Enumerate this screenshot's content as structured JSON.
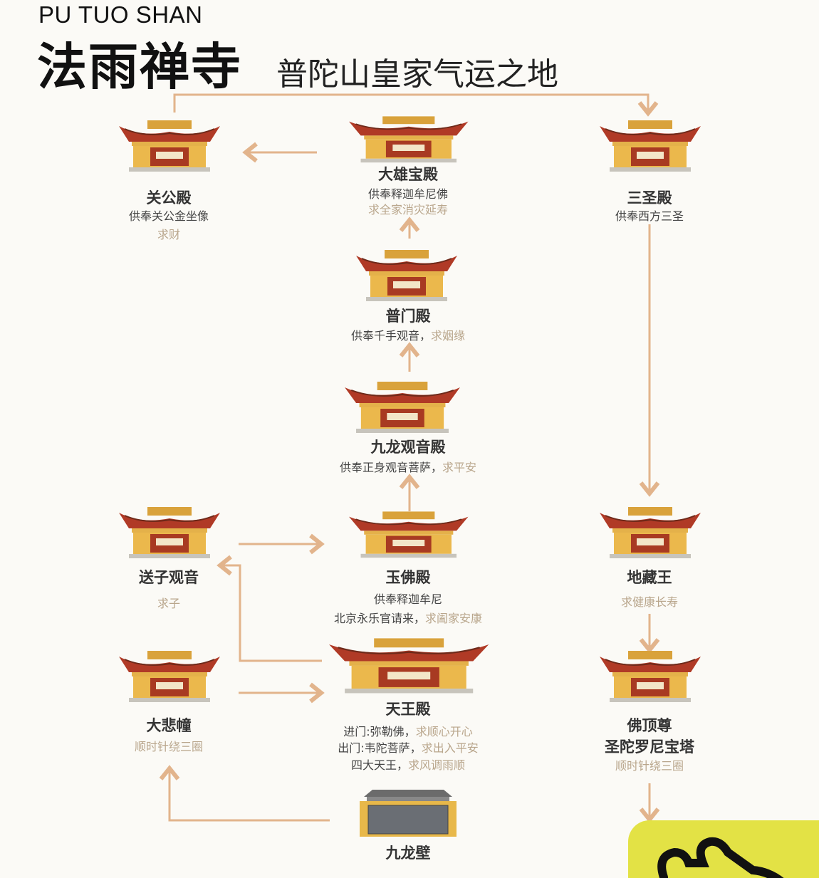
{
  "header": {
    "en_title": "PU TUO SHAN",
    "title": "法雨禅寺",
    "subtitle": "普陀山皇家气运之地"
  },
  "colors": {
    "arrow": "#e2b48c",
    "request": "#b9a68c",
    "badge": "#e3e245"
  },
  "nodes": [
    {
      "title": "关公殿",
      "lines": [
        "供奉关公金坐像"
      ],
      "request": "求财"
    },
    {
      "title": "大雄宝殿",
      "lines": [
        "供奉释迦牟尼佛"
      ],
      "request": "求全家消灾延寿"
    },
    {
      "title": "三圣殿",
      "lines": [
        "供奉西方三圣"
      ]
    },
    {
      "title": "普门殿",
      "lines": [
        "供奉千手观音，"
      ],
      "request": "求姻缘"
    },
    {
      "title": "九龙观音殿",
      "lines": [
        "供奉正身观音菩萨，"
      ],
      "request": "求平安"
    },
    {
      "title": "送子观音",
      "request": "求子"
    },
    {
      "title": "玉佛殿",
      "lines": [
        "供奉释迦牟尼",
        "北京永乐官请来，"
      ],
      "request": "求阖家安康"
    },
    {
      "title": "地藏王",
      "request": "求健康长寿"
    },
    {
      "title": "大悲幢",
      "request": "顺时针绕三圈"
    },
    {
      "title": "天王殿",
      "lines": [
        "进门:弥勒佛，",
        "出门:韦陀菩萨，",
        "四大天王，"
      ],
      "requests": [
        "求顺心开心",
        "求出入平安",
        "求风调雨顺"
      ]
    },
    {
      "title": "佛顶尊",
      "title2": "圣陀罗尼宝塔",
      "request": "顺时针绕三圈"
    },
    {
      "title": "九龙壁"
    }
  ]
}
